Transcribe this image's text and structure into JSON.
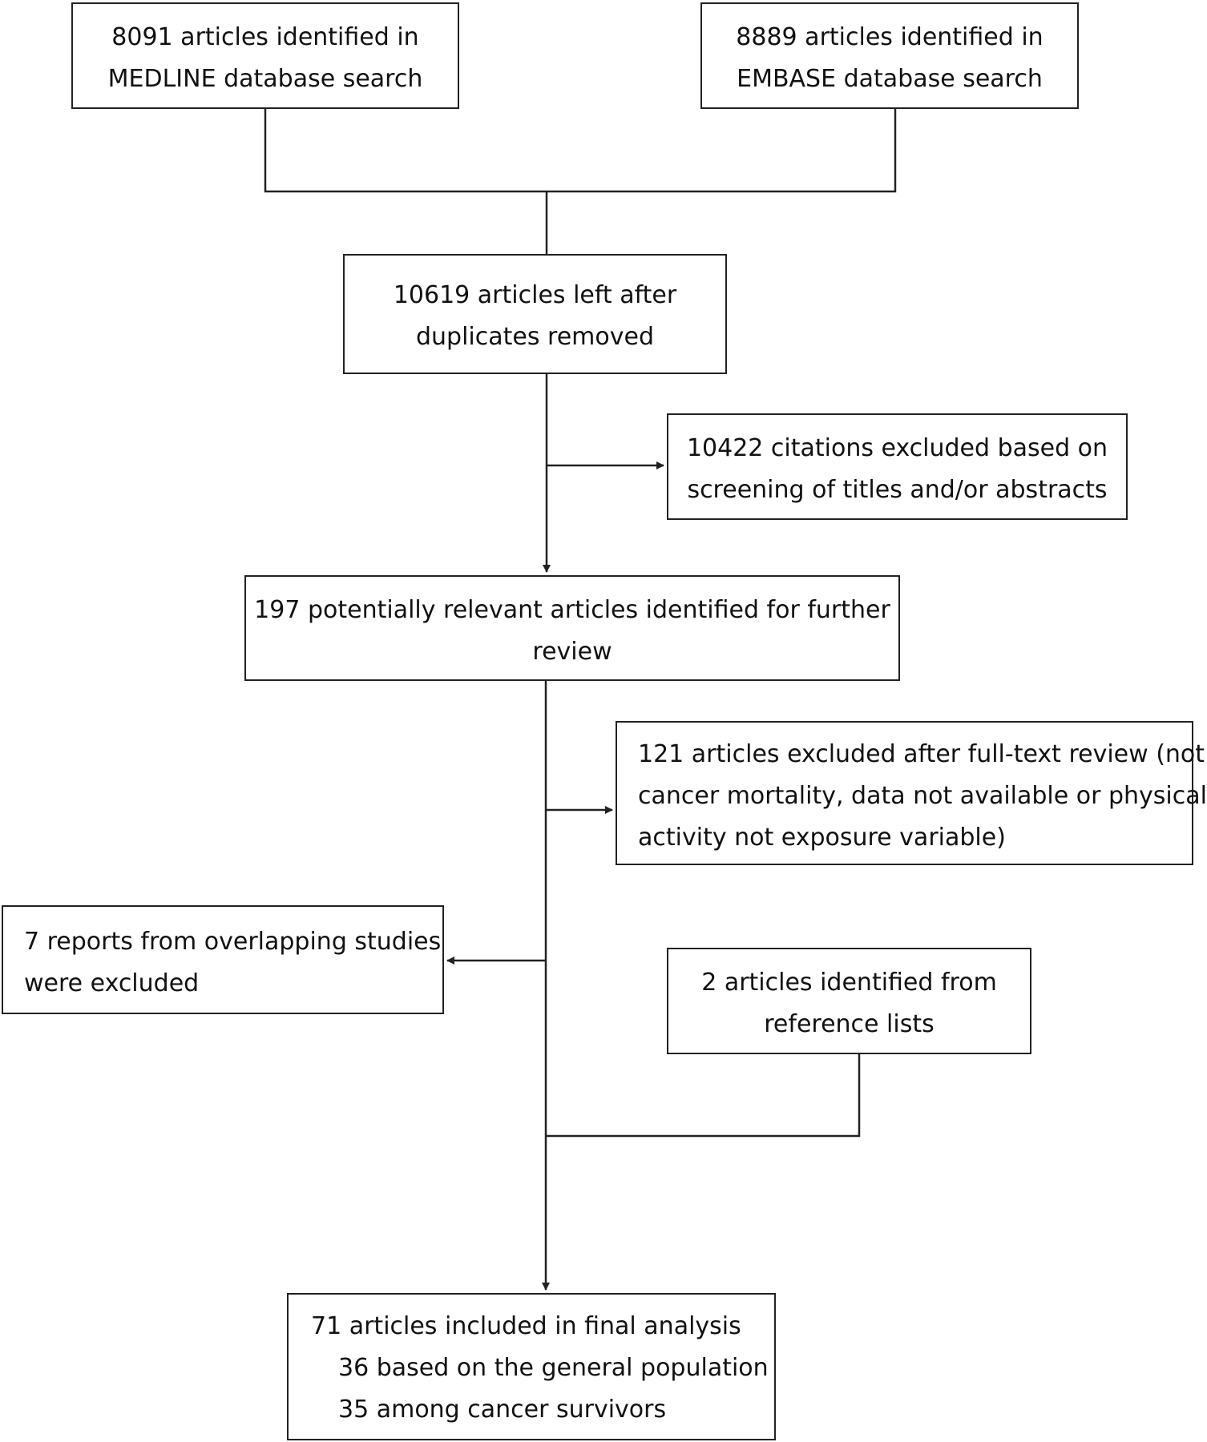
{
  "flowchart": {
    "medline": {
      "line1": "8091 articles identified in",
      "line2": "MEDLINE database search"
    },
    "embase": {
      "line1": "8889 articles identified in",
      "line2": "EMBASE database search"
    },
    "dedup": {
      "line1": "10619 articles left after",
      "line2": "duplicates removed"
    },
    "screen_excluded": {
      "line1": "10422 citations excluded based on",
      "line2": "screening of titles and/or abstracts"
    },
    "further_review": {
      "line1": "197 potentially relevant articles identified for further",
      "line2": "review"
    },
    "fulltext_excluded": {
      "line1": "121 articles excluded after full-text review (not",
      "line2": "cancer mortality, data not available or physical",
      "line3": "activity not exposure variable)"
    },
    "overlap_excluded": {
      "line1": "7 reports from overlapping studies",
      "line2": "were excluded"
    },
    "reference_lists": {
      "line1": "2 articles identified from",
      "line2": "reference lists"
    },
    "final": {
      "line1": "71 articles included in final analysis",
      "line2": "36 based on the general population",
      "line3": "35 among cancer survivors"
    }
  },
  "colors": {
    "stroke": "#222222",
    "text": "#111111",
    "background": "#ffffff"
  }
}
